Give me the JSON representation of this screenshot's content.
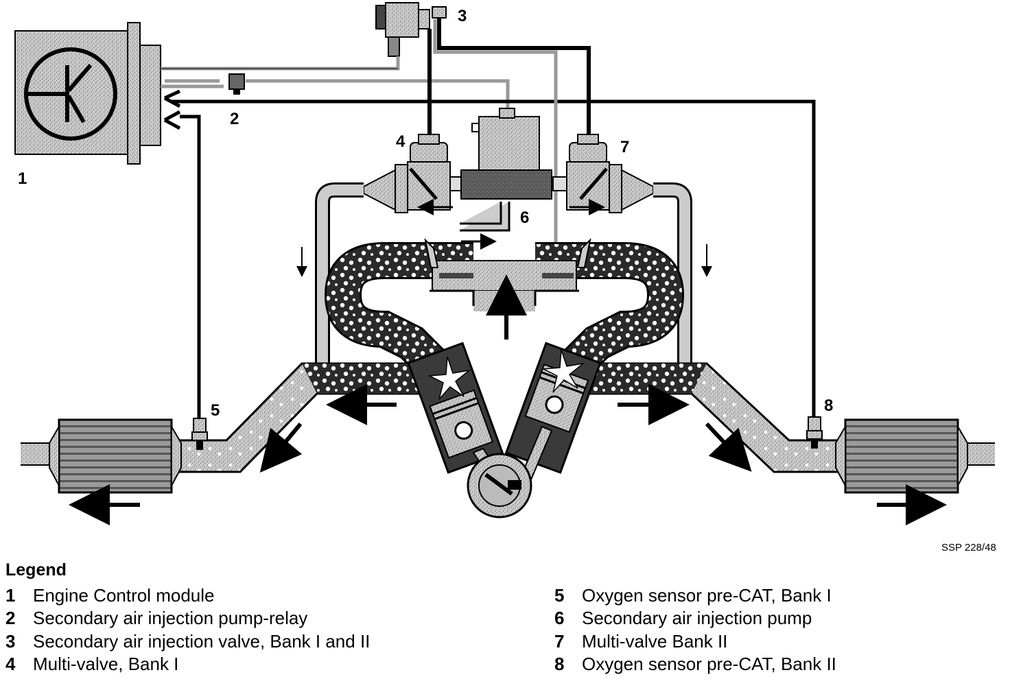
{
  "callouts": {
    "c1": "1",
    "c2": "2",
    "c3": "3",
    "c4": "4",
    "c5": "5",
    "c6": "6",
    "c7": "7",
    "c8": "8"
  },
  "reference_code": "SSP 228/48",
  "legend": {
    "title": "Legend",
    "items": [
      {
        "num": "1",
        "text": "Engine Control module"
      },
      {
        "num": "2",
        "text": "Secondary air injection pump-relay"
      },
      {
        "num": "3",
        "text": "Secondary air injection valve, Bank I and II"
      },
      {
        "num": "4",
        "text": "Multi-valve, Bank I"
      },
      {
        "num": "5",
        "text": "Oxygen sensor pre-CAT, Bank I"
      },
      {
        "num": "6",
        "text": "Secondary air injection pump"
      },
      {
        "num": "7",
        "text": "Multi-valve Bank II"
      },
      {
        "num": "8",
        "text": "Oxygen sensor pre-CAT, Bank II"
      }
    ]
  }
}
